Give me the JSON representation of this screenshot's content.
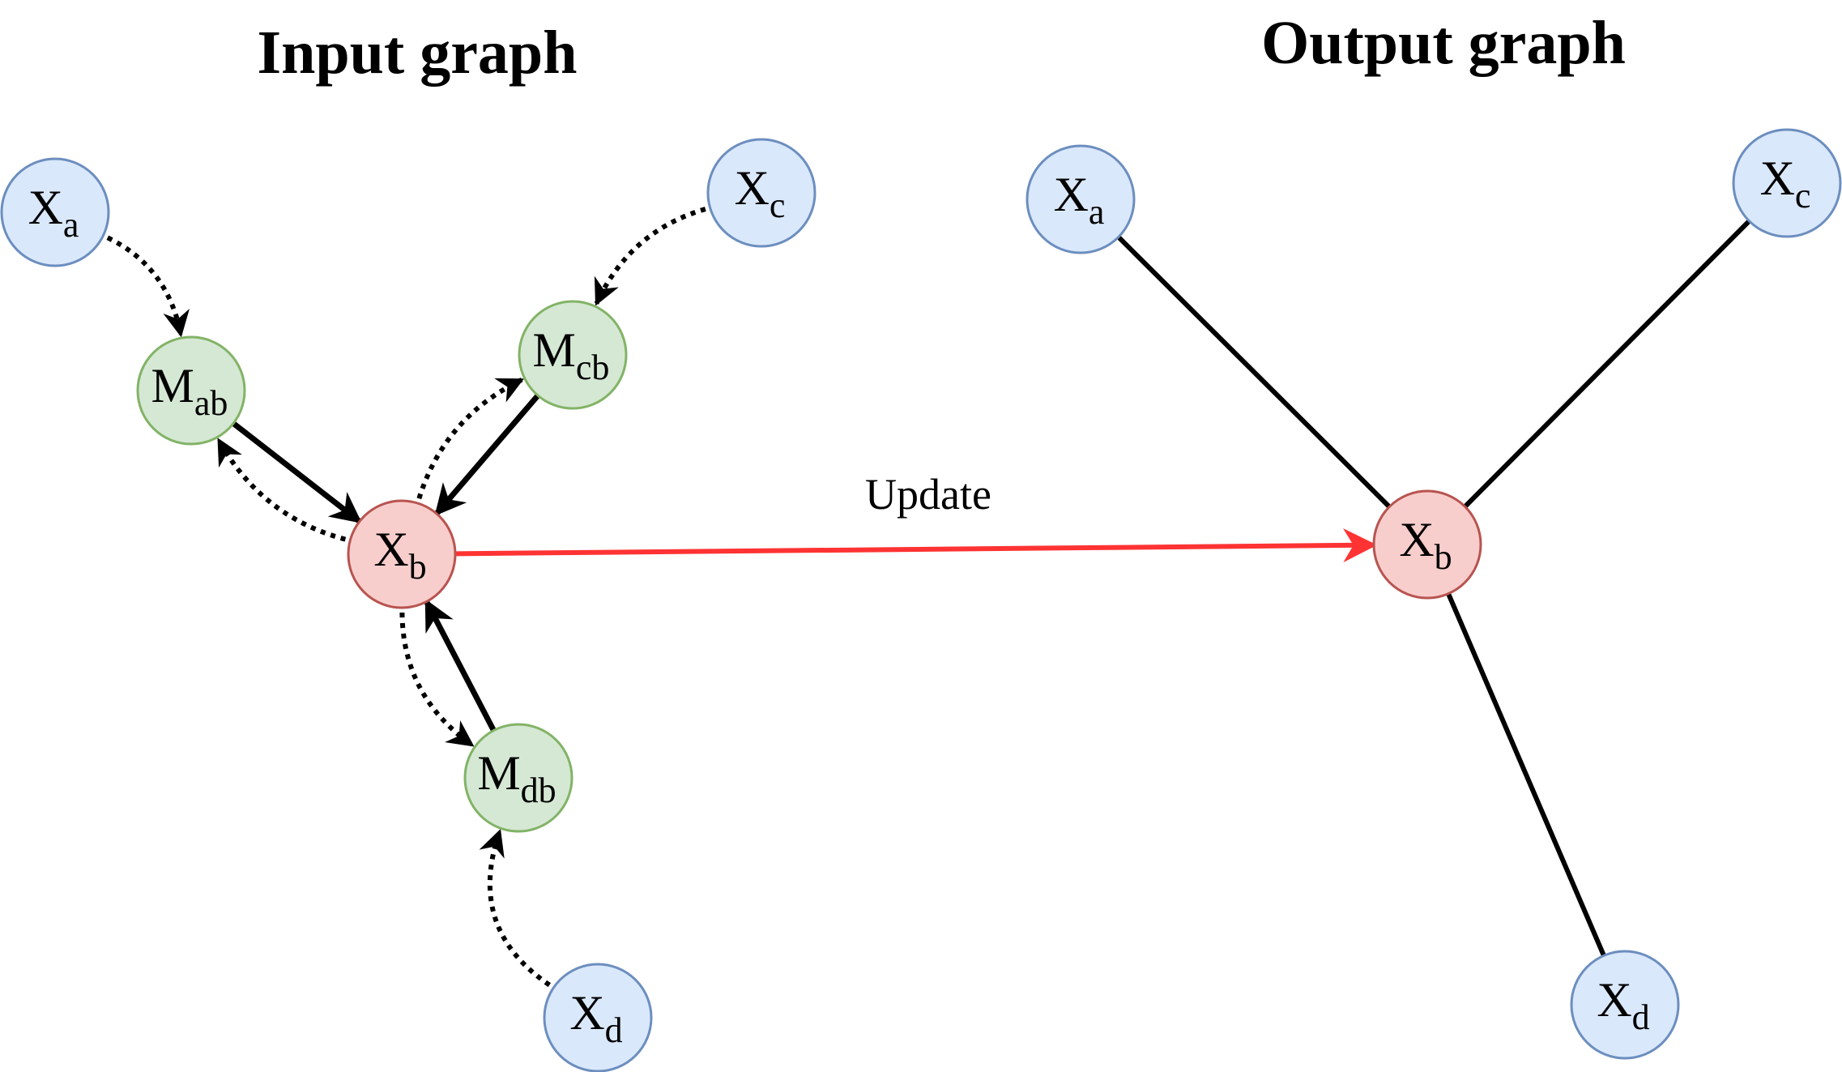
{
  "titles": {
    "input": "Input graph",
    "output": "Output graph"
  },
  "update_label": "Update",
  "colors": {
    "feature_fill": "#dae8fc",
    "feature_stroke": "#6c8ebf",
    "message_fill": "#d5e8d4",
    "message_stroke": "#82b366",
    "target_fill": "#f8cecc",
    "target_stroke": "#b85450",
    "update_arrow": "#ff3333",
    "edge": "#000000"
  },
  "input_graph": {
    "nodes": [
      {
        "id": "in-xa",
        "kind": "feature",
        "main": "X",
        "sub": "a"
      },
      {
        "id": "in-xc",
        "kind": "feature",
        "main": "X",
        "sub": "c"
      },
      {
        "id": "in-mab",
        "kind": "message",
        "main": "M",
        "sub": "ab"
      },
      {
        "id": "in-mcb",
        "kind": "message",
        "main": "M",
        "sub": "cb"
      },
      {
        "id": "in-xb",
        "kind": "target",
        "main": "X",
        "sub": "b"
      },
      {
        "id": "in-mdb",
        "kind": "message",
        "main": "M",
        "sub": "db"
      },
      {
        "id": "in-xd",
        "kind": "feature",
        "main": "X",
        "sub": "d"
      }
    ],
    "solid_edges": [
      {
        "from": "in-mab",
        "to": "in-xb"
      },
      {
        "from": "in-mcb",
        "to": "in-xb"
      },
      {
        "from": "in-mdb",
        "to": "in-xb"
      }
    ],
    "dotted_edges": [
      {
        "from": "in-xa",
        "to": "in-mab"
      },
      {
        "from": "in-xc",
        "to": "in-mcb"
      },
      {
        "from": "in-xb",
        "to": "in-mab"
      },
      {
        "from": "in-xb",
        "to": "in-mcb"
      },
      {
        "from": "in-xb",
        "to": "in-mdb"
      },
      {
        "from": "in-xd",
        "to": "in-mdb"
      }
    ]
  },
  "output_graph": {
    "nodes": [
      {
        "id": "out-xa",
        "kind": "feature",
        "main": "X",
        "sub": "a"
      },
      {
        "id": "out-xc",
        "kind": "feature",
        "main": "X",
        "sub": "c"
      },
      {
        "id": "out-xb",
        "kind": "target",
        "main": "X",
        "sub": "b"
      },
      {
        "id": "out-xd",
        "kind": "feature",
        "main": "X",
        "sub": "d"
      }
    ],
    "edges": [
      {
        "from": "out-xa",
        "to": "out-xb"
      },
      {
        "from": "out-xc",
        "to": "out-xb"
      },
      {
        "from": "out-xd",
        "to": "out-xb"
      }
    ]
  },
  "update_edge": {
    "from": "in-xb",
    "to": "out-xb"
  }
}
